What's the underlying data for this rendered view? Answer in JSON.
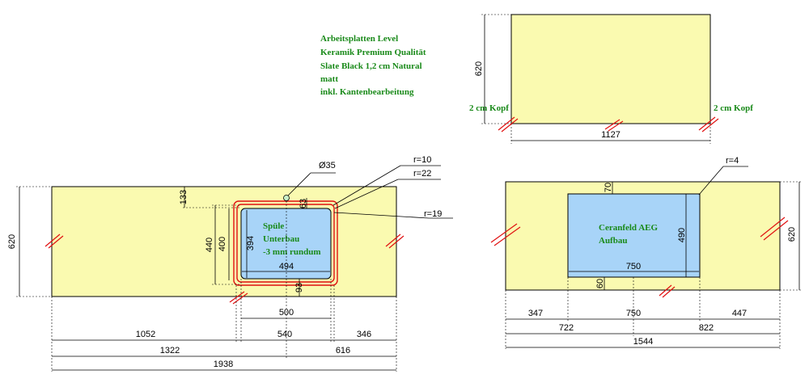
{
  "notes": {
    "title_lines": [
      "Arbeitsplatten Level",
      "Keramik Premium Qualität",
      "Slate Black 1,2 cm Natural",
      "matt",
      "inkl. Kantenbearbeitung"
    ],
    "left_kopf": "2 cm Kopf",
    "right_kopf": "2 cm Kopf",
    "sink_label": [
      "Spüle",
      "Unterbau",
      "-3 mm rundum"
    ],
    "hob_label": [
      "Ceranfeld AEG",
      "Aufbau"
    ]
  },
  "top_panel": {
    "width": "1127",
    "depth": "620"
  },
  "main_panel": {
    "depth": "620",
    "hole": "Ø35",
    "r10": "r=10",
    "r22": "r=22",
    "r19": "r=19",
    "d133": "133",
    "d63": "63",
    "d440": "440",
    "d400": "400",
    "d394": "394",
    "d494": "494",
    "d93": "93",
    "d500": "500",
    "d1052": "1052",
    "d540": "540",
    "d346": "346",
    "d1322": "1322",
    "d616": "616",
    "d1938": "1938"
  },
  "right_panel": {
    "depth": "620",
    "r4": "r=4",
    "d70": "70",
    "d490": "490",
    "d750a": "750",
    "d60": "60",
    "d347": "347",
    "d750b": "750",
    "d447": "447",
    "d722": "722",
    "d822": "822",
    "d1544": "1544"
  }
}
